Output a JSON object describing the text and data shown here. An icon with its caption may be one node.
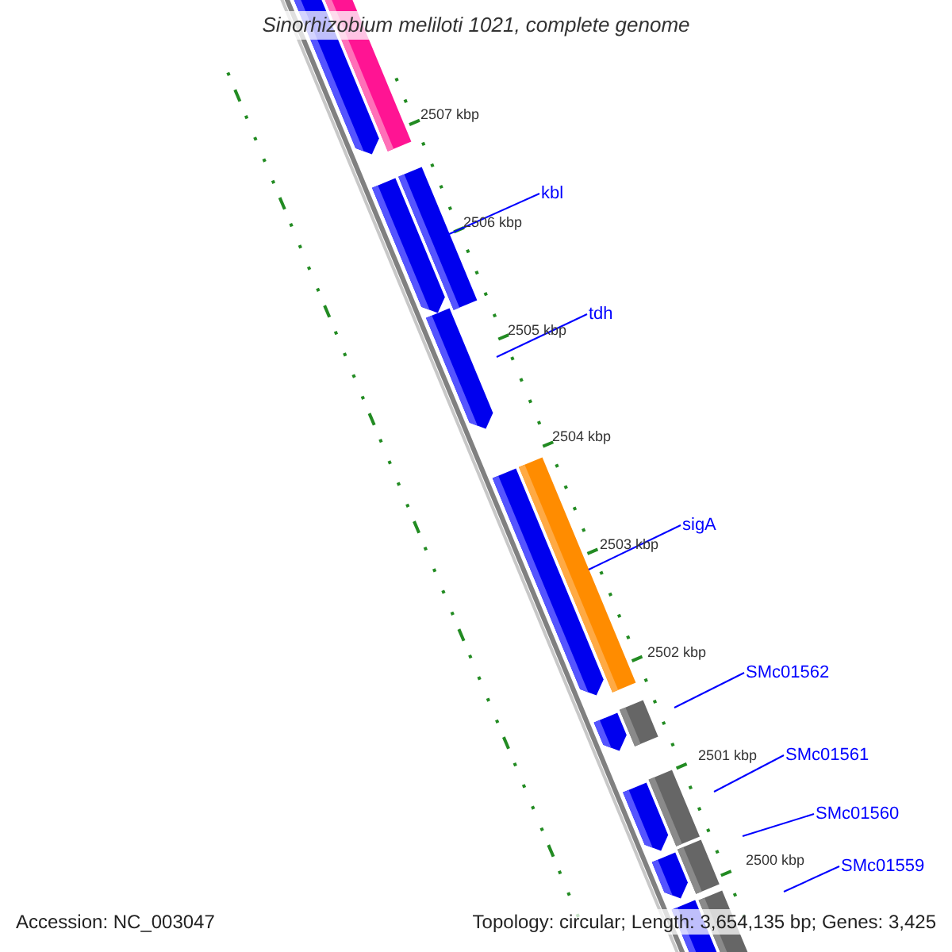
{
  "diagram": {
    "title": "Sinorhizobium meliloti 1021, complete genome",
    "nodes": [
      {
        "text": [
          "kbl"
        ]
      },
      {
        "text": [
          "tdh"
        ]
      },
      {
        "text": [
          "sigA"
        ]
      },
      {
        "text": [
          "SMc01562"
        ]
      },
      {
        "text": [
          "SMc01561"
        ]
      },
      {
        "text": [
          "SMc01560"
        ]
      },
      {
        "text": [
          "SMc01559"
        ]
      }
    ],
    "edges": [
      {
        "from": 0,
        "to": null,
        "arrow": "none"
      },
      {
        "from": 1,
        "to": null,
        "arrow": "none"
      },
      {
        "from": 2,
        "to": null,
        "arrow": "none"
      },
      {
        "from": 3,
        "to": null,
        "arrow": "none"
      },
      {
        "from": 4,
        "to": null,
        "arrow": "none"
      },
      {
        "from": 5,
        "to": null,
        "arrow": "none"
      },
      {
        "from": 6,
        "to": null,
        "arrow": "none"
      }
    ],
    "labels": [
      "2507 kbp",
      "2506 kbp",
      "2505 kbp",
      "2504 kbp",
      "2503 kbp",
      "2502 kbp",
      "2501 kbp",
      "2500 kbp",
      "Accession: NC_003047",
      "Topology: circular; Length: 3,654,135 bp; Genes: 3,425"
    ]
  }
}
